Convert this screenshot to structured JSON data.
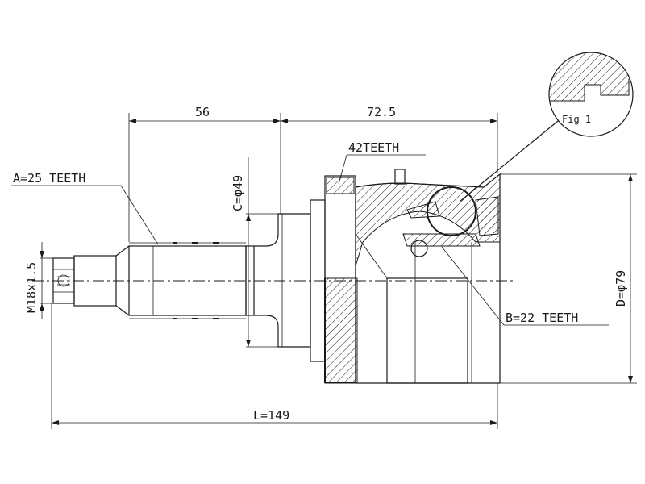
{
  "dimensions": {
    "shaft_length": "56",
    "body_length": "72.5",
    "overall_length": "L=149",
    "seal_diameter": "C=φ49",
    "outer_diameter": "D=φ79",
    "thread": "M18x1.5"
  },
  "callouts": {
    "abs_teeth": "42TEETH",
    "outer_spline": "A=25 TEETH",
    "inner_spline": "B=22 TEETH",
    "detail": "Fig 1"
  }
}
